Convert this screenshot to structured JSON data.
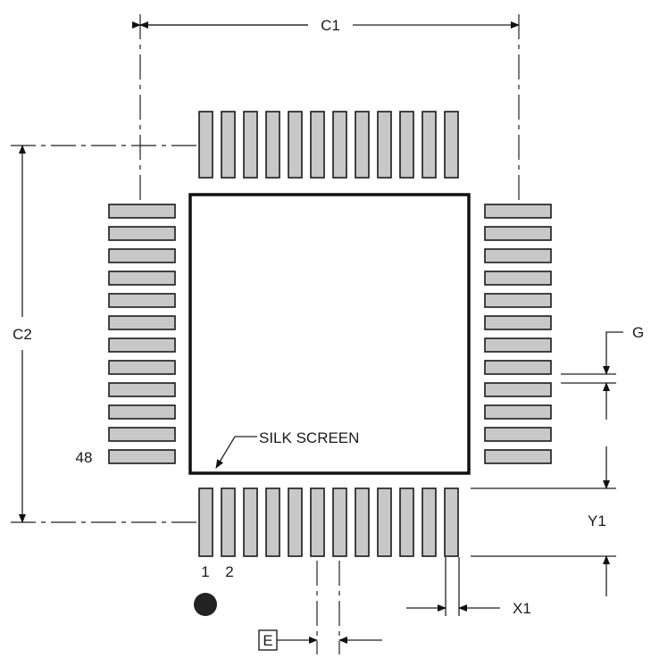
{
  "labels": {
    "c1": "C1",
    "c2": "C2",
    "g": "G",
    "y1": "Y1",
    "x1": "X1",
    "e": "E",
    "silk_screen": "SILK SCREEN",
    "pin_1": "1",
    "pin_2": "2",
    "pin_48": "48"
  },
  "pads_per_side": 12,
  "colors": {
    "pad_fill": "#c8c8c8",
    "pad_stroke": "#1a1a1a",
    "outline": "#111111",
    "marker": "#222222"
  }
}
